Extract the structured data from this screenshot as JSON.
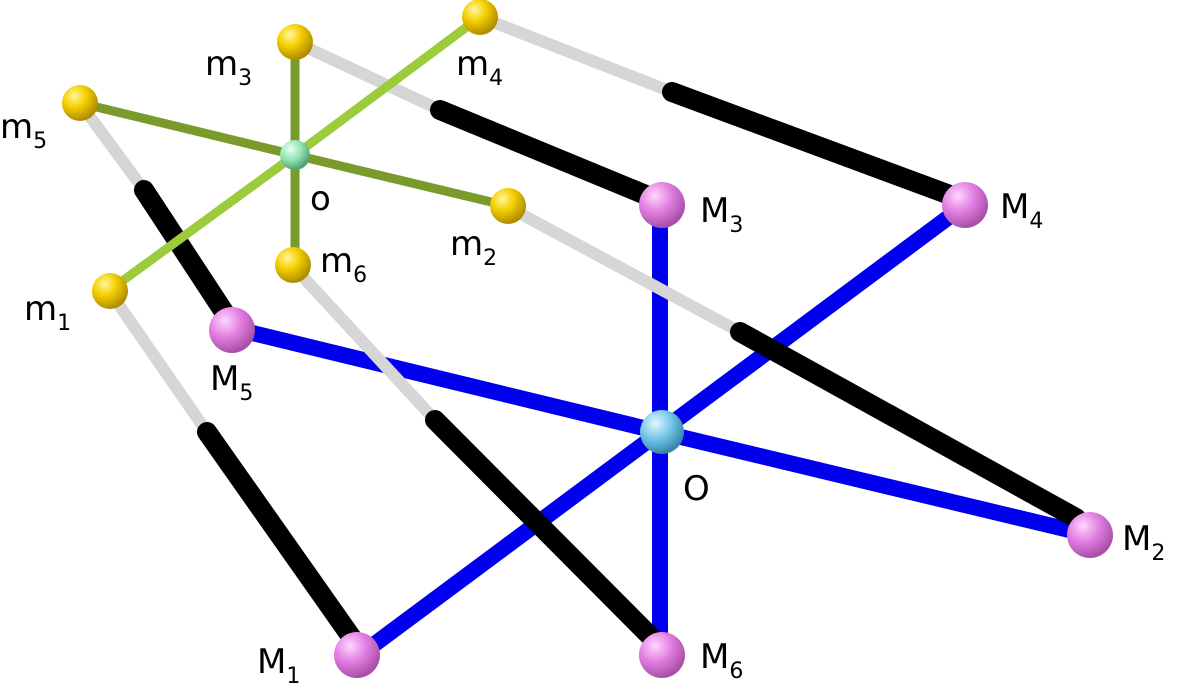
{
  "colors": {
    "platform_small": "#7a9a2c",
    "platform_small_light": "#9ccc3c",
    "platform_big": "#0000ee",
    "leg_light": "#d6d6d6",
    "leg_dark": "#000000",
    "node_small": "#f5d000",
    "node_big": "#e27fe2",
    "center_small": "#8fe3b0",
    "center_big": "#6ec3e6"
  },
  "centers": {
    "small": {
      "text": "o"
    },
    "big": {
      "text": "O"
    }
  },
  "small_nodes": [
    {
      "id": "m1",
      "base": "m",
      "sub": "1"
    },
    {
      "id": "m2",
      "base": "m",
      "sub": "2"
    },
    {
      "id": "m3",
      "base": "m",
      "sub": "3"
    },
    {
      "id": "m4",
      "base": "m",
      "sub": "4"
    },
    {
      "id": "m5",
      "base": "m",
      "sub": "5"
    },
    {
      "id": "m6",
      "base": "m",
      "sub": "6"
    }
  ],
  "big_nodes": [
    {
      "id": "M1",
      "base": "M",
      "sub": "1"
    },
    {
      "id": "M2",
      "base": "M",
      "sub": "2"
    },
    {
      "id": "M3",
      "base": "M",
      "sub": "3"
    },
    {
      "id": "M4",
      "base": "M",
      "sub": "4"
    },
    {
      "id": "M5",
      "base": "M",
      "sub": "5"
    },
    {
      "id": "M6",
      "base": "M",
      "sub": "6"
    }
  ],
  "legs": [
    {
      "from": "m1",
      "to": "M1"
    },
    {
      "from": "m2",
      "to": "M2"
    },
    {
      "from": "m3",
      "to": "M3"
    },
    {
      "from": "m4",
      "to": "M4"
    },
    {
      "from": "m5",
      "to": "M5"
    },
    {
      "from": "m6",
      "to": "M6"
    }
  ]
}
